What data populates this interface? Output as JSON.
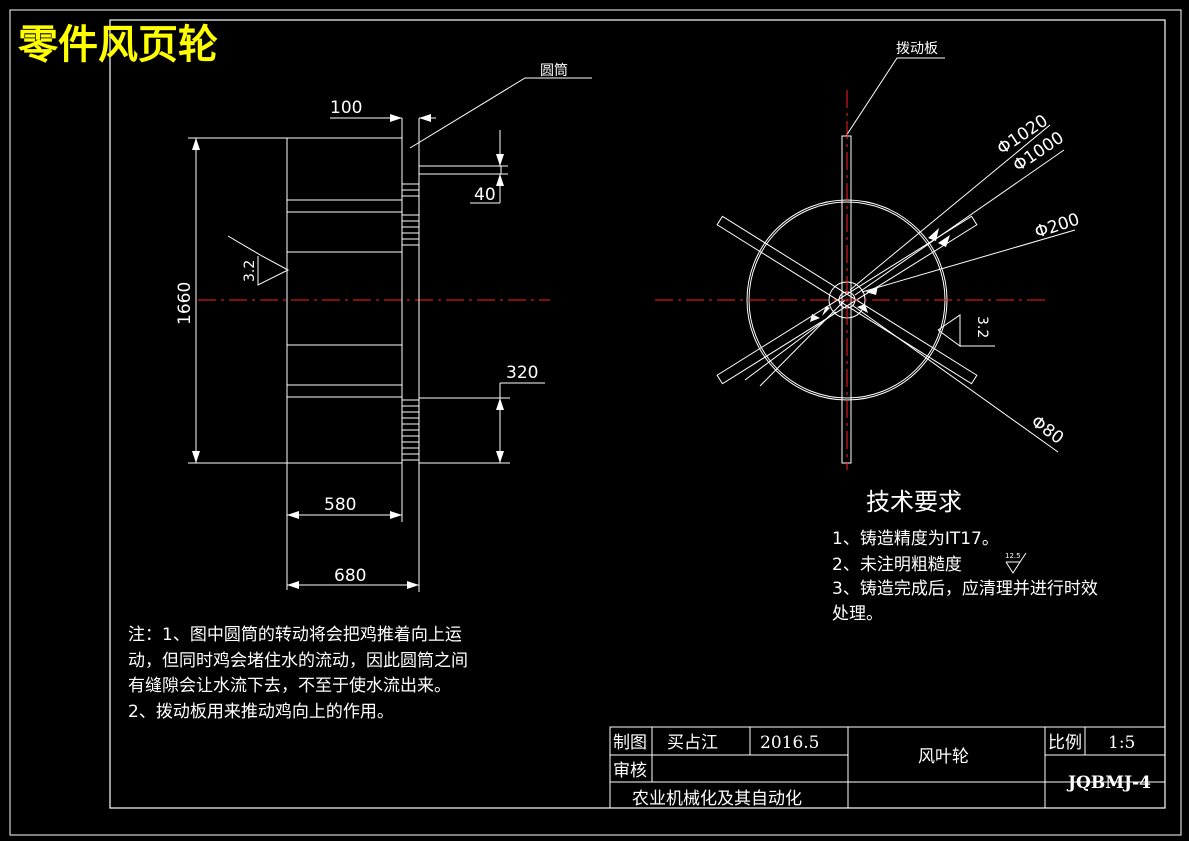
{
  "drawing": {
    "title": "零件风页轮",
    "colors": {
      "title": "#ffff00",
      "lines": "#ffffff",
      "center": "#ff0000",
      "border": "#ffffff",
      "background": "#000000"
    }
  },
  "left_view": {
    "label_tube": "圆筒",
    "dims": {
      "d100": "100",
      "d40": "40",
      "d1660": "1660",
      "d320": "320",
      "d580": "580",
      "d680": "680"
    },
    "roughness": "3.2"
  },
  "right_view": {
    "label_plate": "拨动板",
    "dims": {
      "phi1020": "Φ1020",
      "phi1000": "Φ1000",
      "phi200": "Φ200",
      "phi80": "Φ80"
    },
    "roughness": "3.2"
  },
  "tech_req": {
    "heading": "技术要求",
    "items": [
      "1、铸造精度为IT17。",
      "2、未注明粗糙度",
      "3、铸造完成后，应清理并进行时效",
      "处理。"
    ],
    "roughness_symbol": "12.5"
  },
  "notes": {
    "lines": [
      "注：1、图中圆筒的转动将会把鸡推着向上运",
      "动，但同时鸡会堵住水的流动，因此圆筒之间",
      "有缝隙会让水流下去，不至于使水流出来。",
      "2、拨动板用来推动鸡向上的作用。"
    ]
  },
  "title_block": {
    "drawn_label": "制图",
    "drawn_name": "买占江",
    "date": "2016.5",
    "check_label": "审核",
    "part_name": "风叶轮",
    "scale_label": "比例",
    "scale_value": "1:5",
    "drawing_no": "JQBMJ-4",
    "org": "农业机械化及其自动化"
  }
}
